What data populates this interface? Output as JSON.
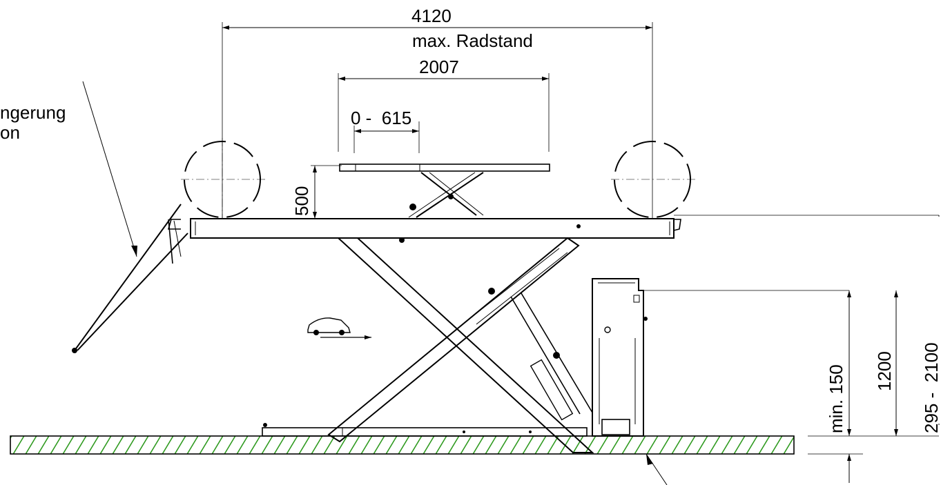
{
  "dimensions": {
    "wheelbase_value": "4120",
    "wheelbase_label": "max. Radstand",
    "platform_length": "2007",
    "extension_range": "0 -  615",
    "height_500": "500",
    "min_height": "min. 150",
    "control_height": "1200",
    "lift_height": "295 -  2100"
  },
  "labels": {
    "ramp_line1": "ngerung",
    "ramp_line2": "on"
  },
  "icons": {
    "car": "car-icon"
  },
  "colors": {
    "line": "#000000",
    "floor_hatch": "#2e9a1e"
  }
}
